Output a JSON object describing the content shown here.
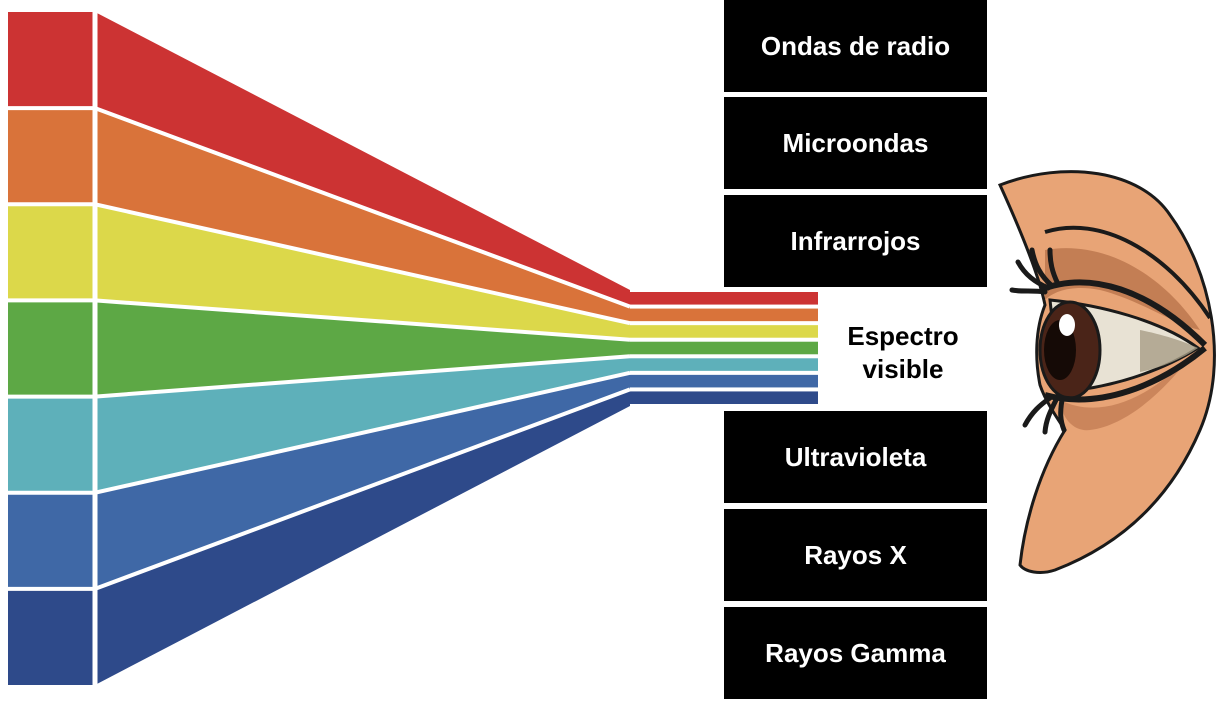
{
  "spectrum_colors": [
    {
      "name": "red",
      "hex": "#CC3333"
    },
    {
      "name": "orange",
      "hex": "#D9733A"
    },
    {
      "name": "yellow",
      "hex": "#DCD84A"
    },
    {
      "name": "green",
      "hex": "#5DA845"
    },
    {
      "name": "cyan",
      "hex": "#5EB0BA"
    },
    {
      "name": "blue",
      "hex": "#3F68A6"
    },
    {
      "name": "indigo",
      "hex": "#2E4A8A"
    }
  ],
  "bands": {
    "radio": "Ondas de radio",
    "microwave": "Microondas",
    "infrared": "Infrarrojos",
    "ultraviolet": "Ultravioleta",
    "xray": "Rayos X",
    "gamma": "Rayos Gamma"
  },
  "visible": {
    "line1": "Espectro",
    "line2": "visible"
  },
  "label_background": "#000000",
  "eye": {
    "skin_color": "#E8A476",
    "iris_color": "#4A2418"
  }
}
